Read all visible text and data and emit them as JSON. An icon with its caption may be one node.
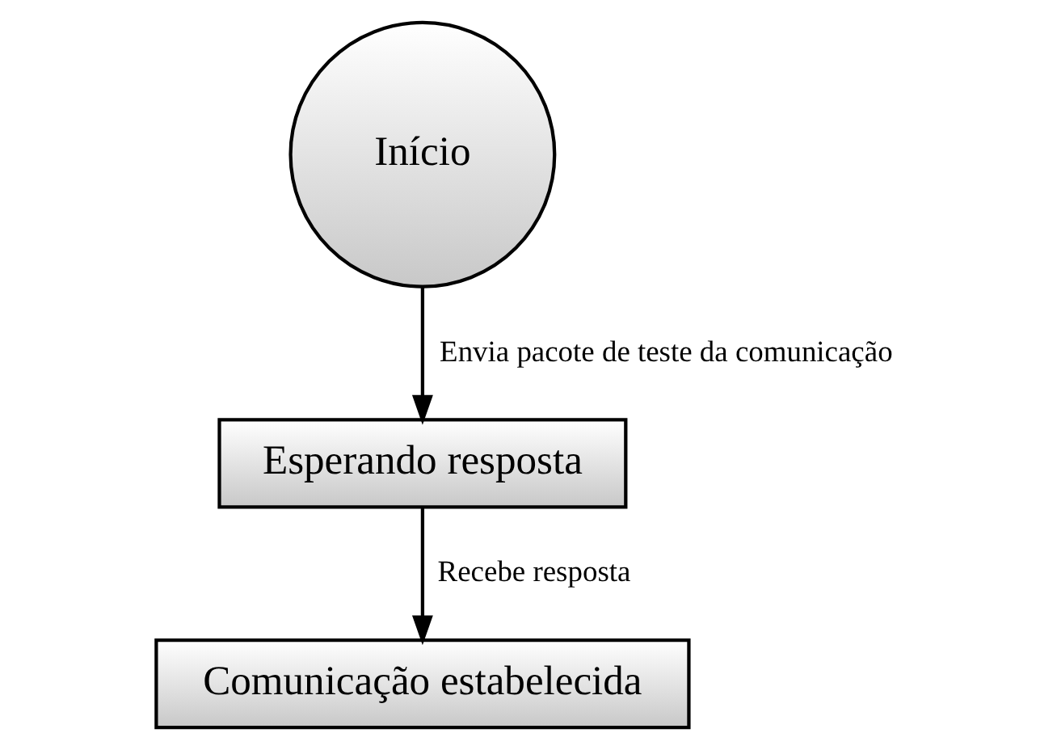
{
  "diagram": {
    "nodes": [
      {
        "text": [
          "Início"
        ]
      },
      {
        "text": [
          "Esperando resposta"
        ]
      },
      {
        "text": [
          "Comunicação estabelecida"
        ]
      }
    ],
    "edges": [
      {
        "from": 0,
        "to": 1,
        "arrow": "to",
        "label": "Envia pacote de teste da comunicação"
      },
      {
        "from": 1,
        "to": 2,
        "arrow": "to",
        "label": "Recebe resposta"
      }
    ]
  }
}
